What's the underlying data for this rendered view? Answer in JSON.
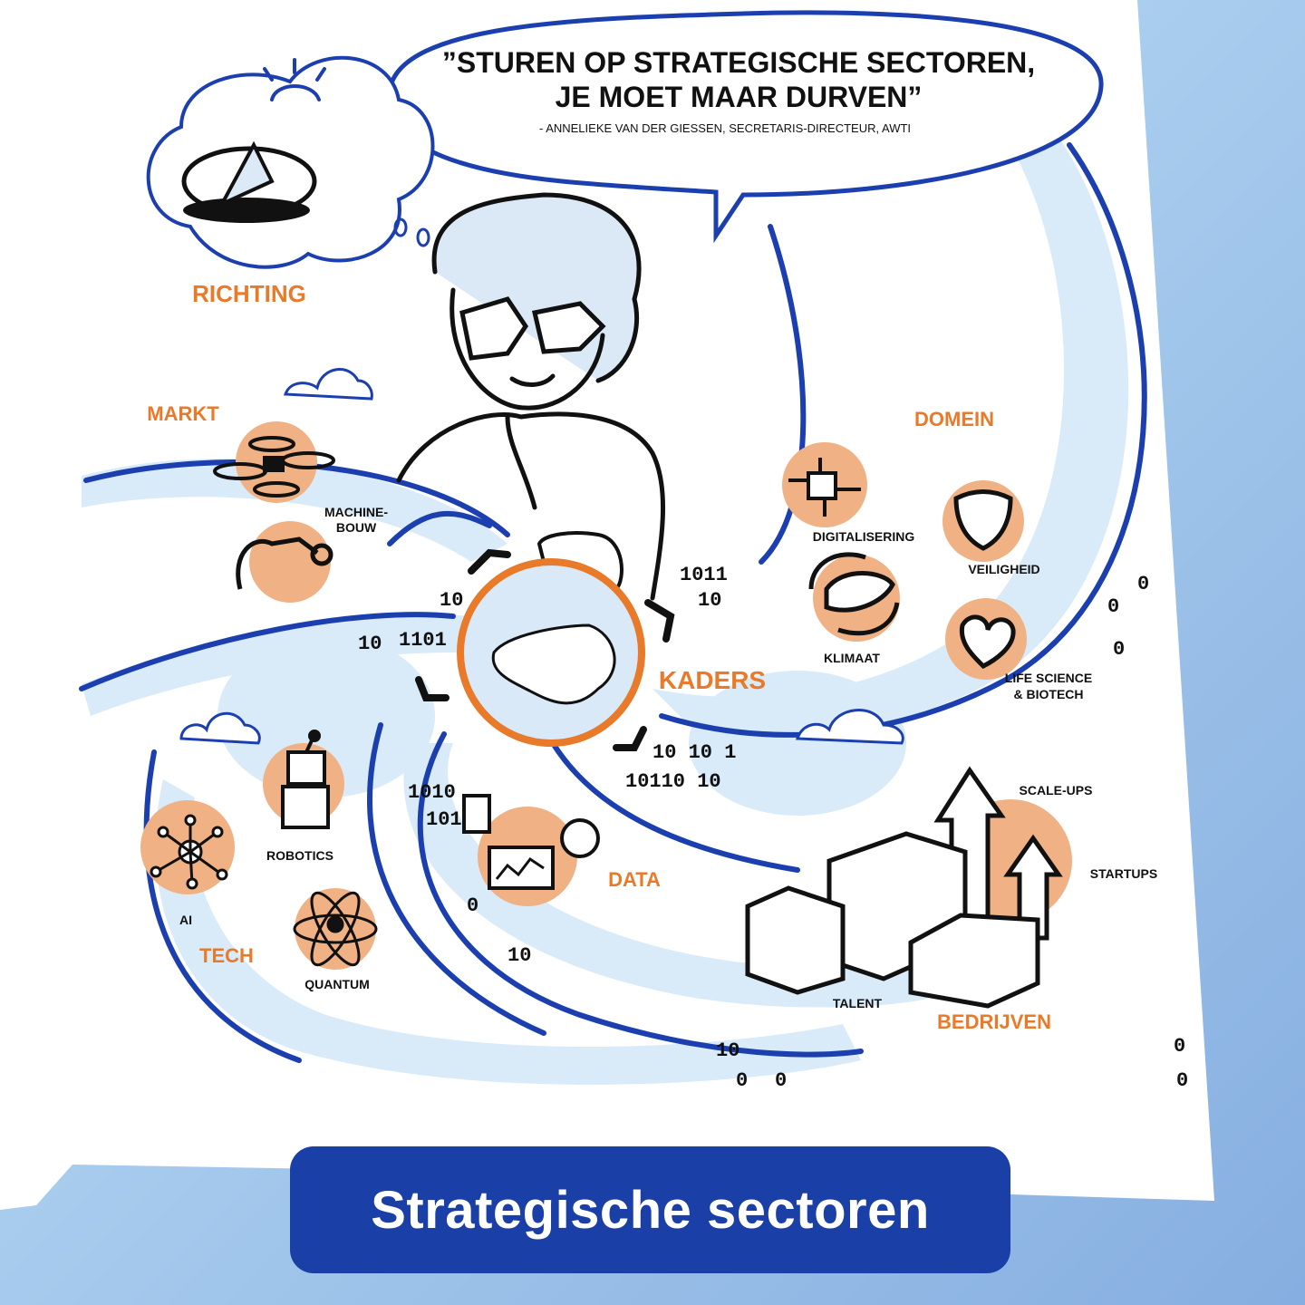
{
  "quote": {
    "line1": "”STUREN OP STRATEGISCHE SECTOREN,",
    "line2": "JE MOET MAAR DURVEN”",
    "attribution": "-  ANNELIEKE VAN DER GIESSEN, SECRETARIS-DIRECTEUR, AWTI"
  },
  "labels": {
    "richting": "RICHTING",
    "markt": "MARKT",
    "domein": "DOMEIN",
    "kaders": "KADERS",
    "data": "DATA",
    "tech": "TECH",
    "bedrijven": "BEDRIJVEN"
  },
  "items": {
    "machinebouw_1": "MACHINE-",
    "machinebouw_2": "BOUW",
    "digitalisering": "DIGITALISERING",
    "veiligheid": "VEILIGHEID",
    "klimaat": "KLIMAAT",
    "lifescience_1": "LIFE SCIENCE",
    "lifescience_2": "& BIOTECH",
    "robotics": "ROBOTICS",
    "ai": "AI",
    "quantum": "QUANTUM",
    "scaleups": "SCALE-UPS",
    "startups": "STARTUPS",
    "talent": "TALENT"
  },
  "banner": {
    "title": "Strategische sectoren"
  },
  "icons": [
    "compass-icon",
    "sun-icon",
    "drone-icon",
    "robot-arm-icon",
    "chip-icon",
    "shield-icon",
    "leaf-cycle-icon",
    "heart-icon",
    "globe-icon",
    "robot-icon",
    "ai-network-icon",
    "atom-icon",
    "chart-icon",
    "buildings-icon",
    "arrow-up-icon"
  ],
  "colors": {
    "accent": "#e87a2a",
    "brand_blue": "#1a3fa6",
    "peach": "#f0b184"
  }
}
